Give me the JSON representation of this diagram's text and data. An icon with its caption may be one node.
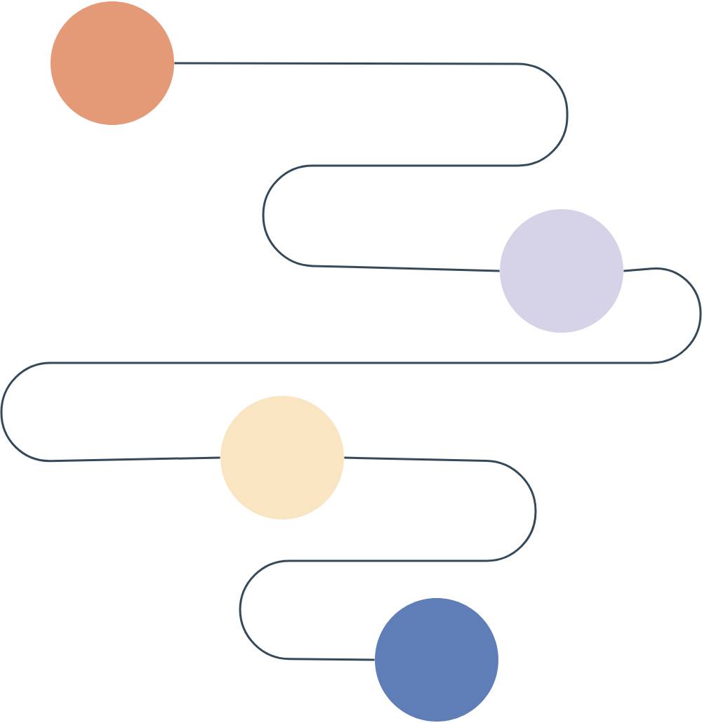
{
  "diagram": {
    "nodes": [
      {
        "text": [],
        "shape": "circle"
      },
      {
        "text": [],
        "shape": "circle"
      },
      {
        "text": [],
        "shape": "circle"
      },
      {
        "text": [],
        "shape": "circle"
      }
    ],
    "edges": [
      {
        "from": 0,
        "to": 1,
        "arrow": "none"
      },
      {
        "from": 1,
        "to": 2,
        "arrow": "none"
      },
      {
        "from": 2,
        "to": 3,
        "arrow": "none"
      }
    ]
  }
}
